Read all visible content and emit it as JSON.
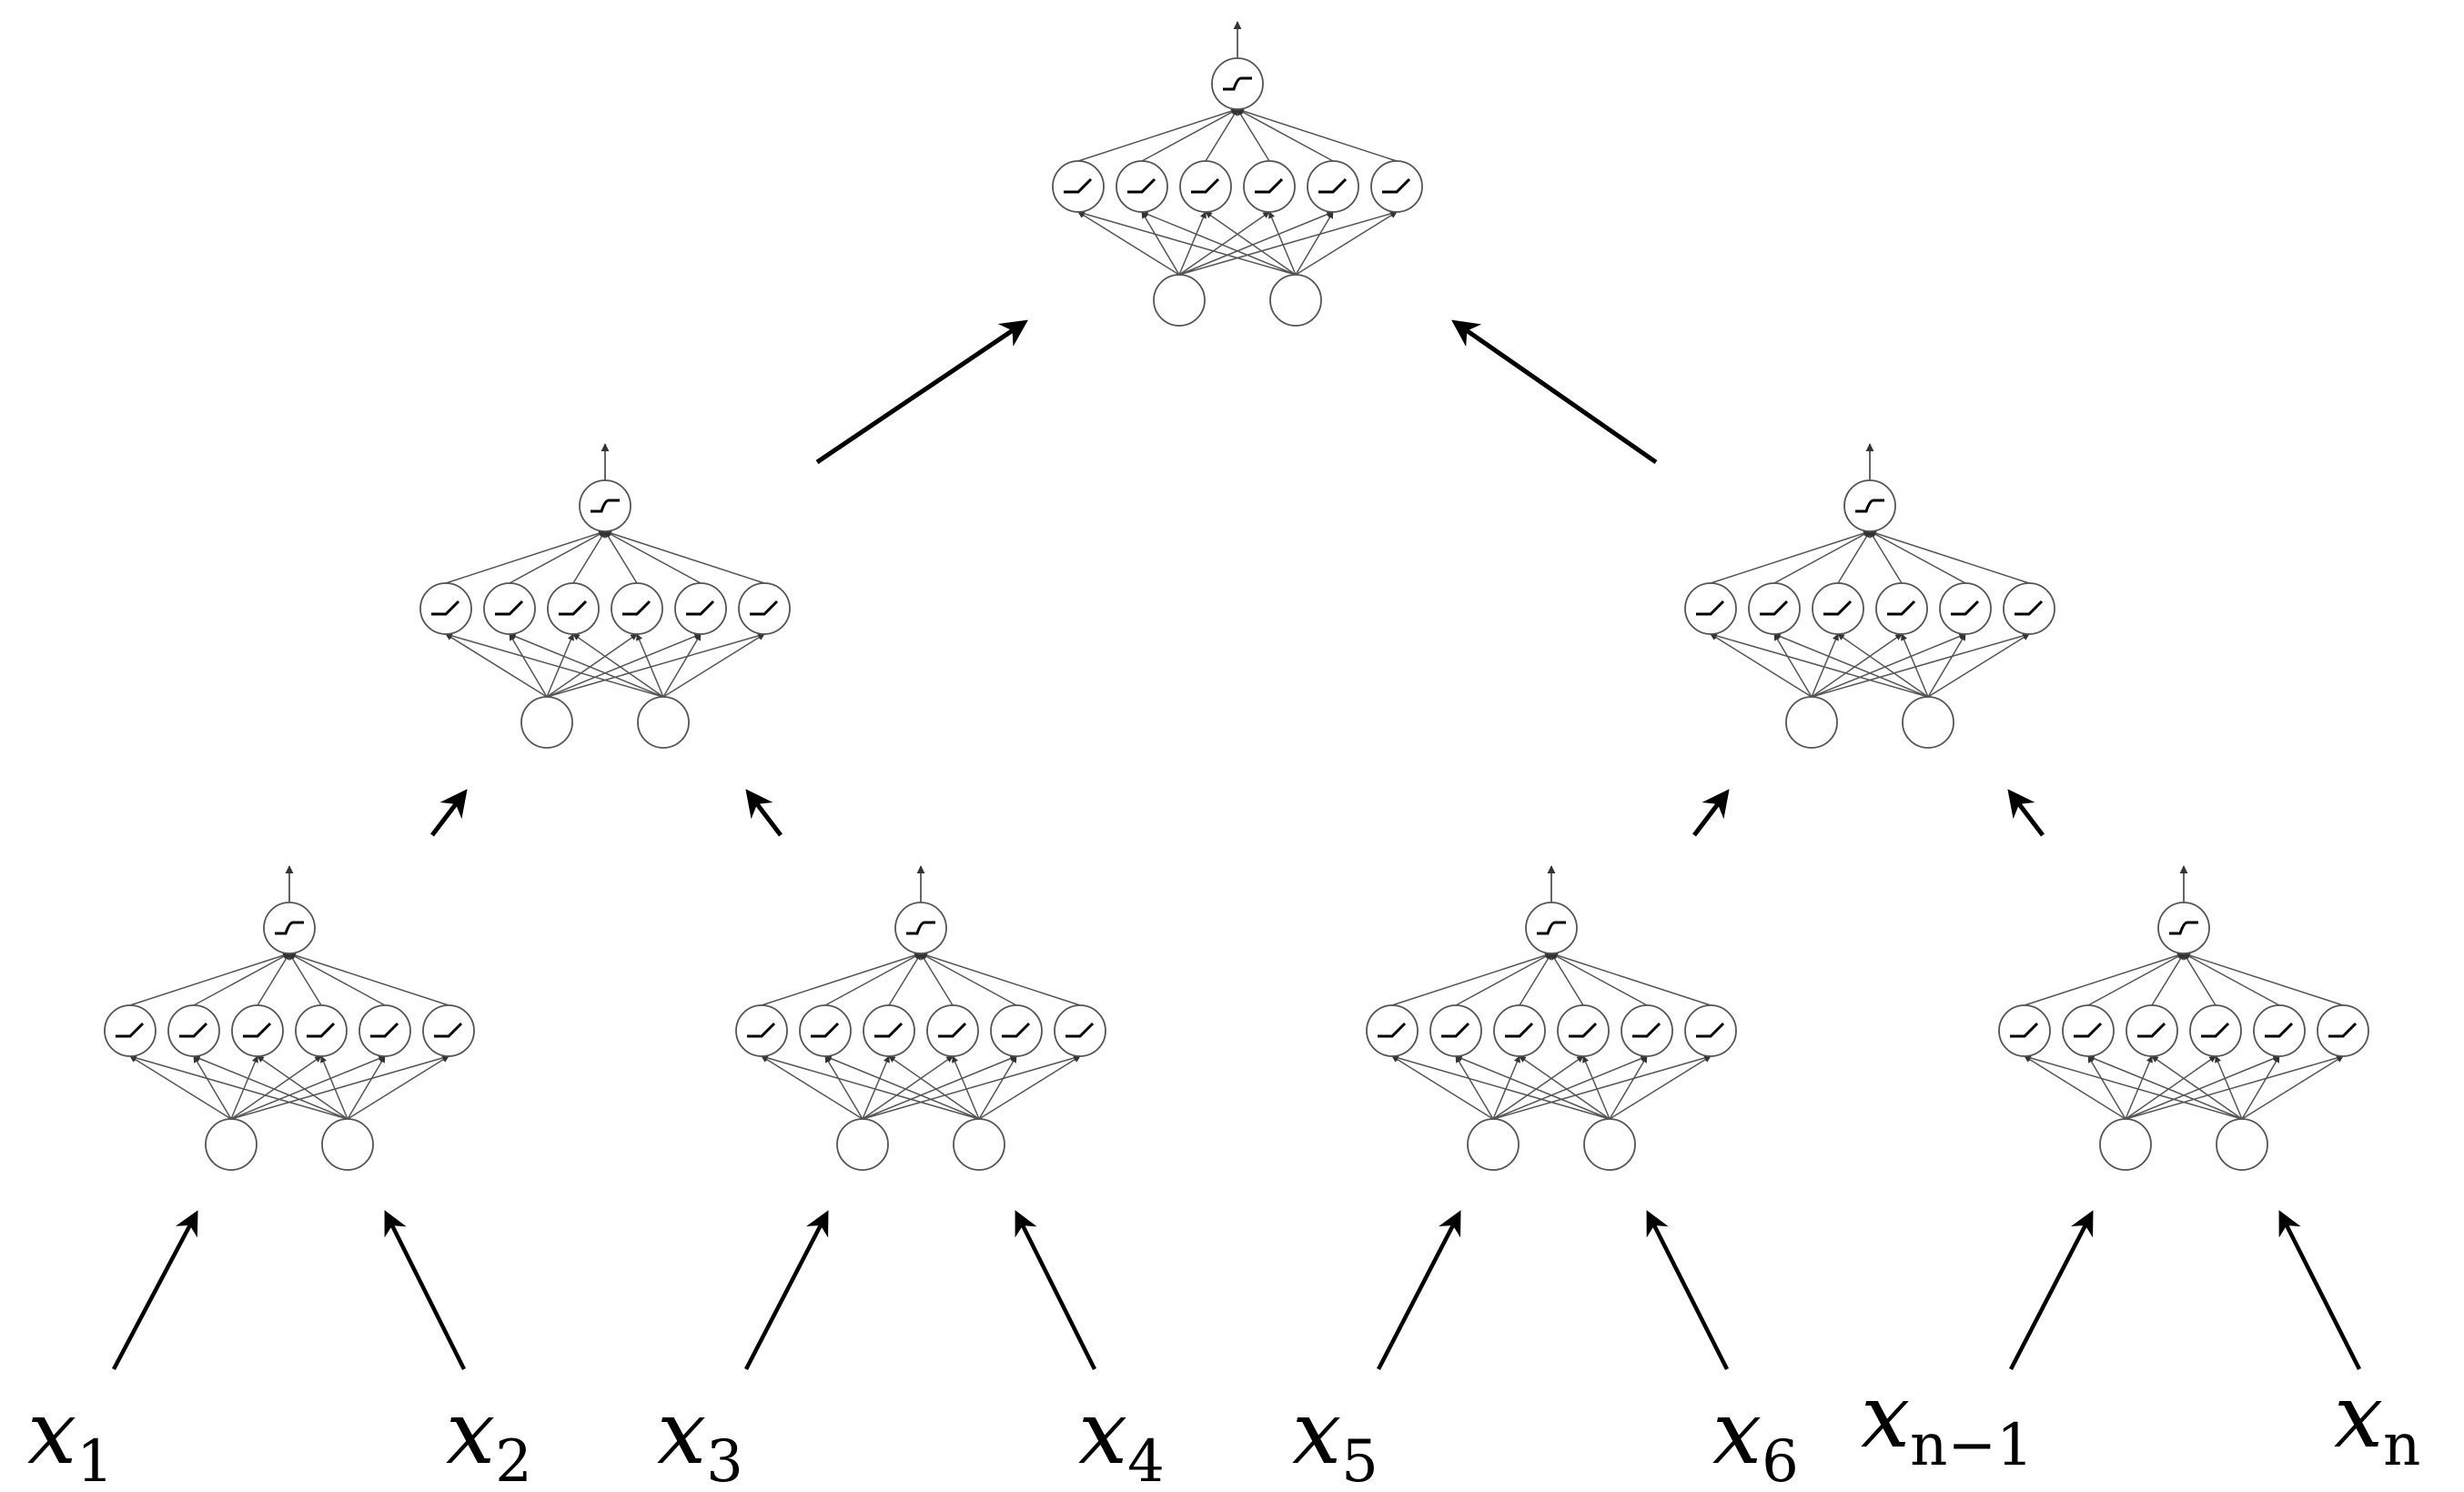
{
  "inputs": [
    {
      "base": "x",
      "sub": "1"
    },
    {
      "base": "x",
      "sub": "2"
    },
    {
      "base": "x",
      "sub": "3"
    },
    {
      "base": "x",
      "sub": "4"
    },
    {
      "base": "x",
      "sub": "5"
    },
    {
      "base": "x",
      "sub": "6"
    },
    {
      "base": "x",
      "sub": "n−1"
    },
    {
      "base": "x",
      "sub": "n"
    }
  ],
  "network": {
    "input_units": 2,
    "hidden_units": 6,
    "hidden_activation": "relu-icon",
    "output_activation": "sigmoid-icon"
  },
  "tree": {
    "levels": 3,
    "leaf_networks": 4,
    "middle_networks": 2,
    "root_networks": 1
  },
  "colors": {
    "stroke": "#000000",
    "net_stroke": "#555555",
    "background": "#ffffff"
  }
}
